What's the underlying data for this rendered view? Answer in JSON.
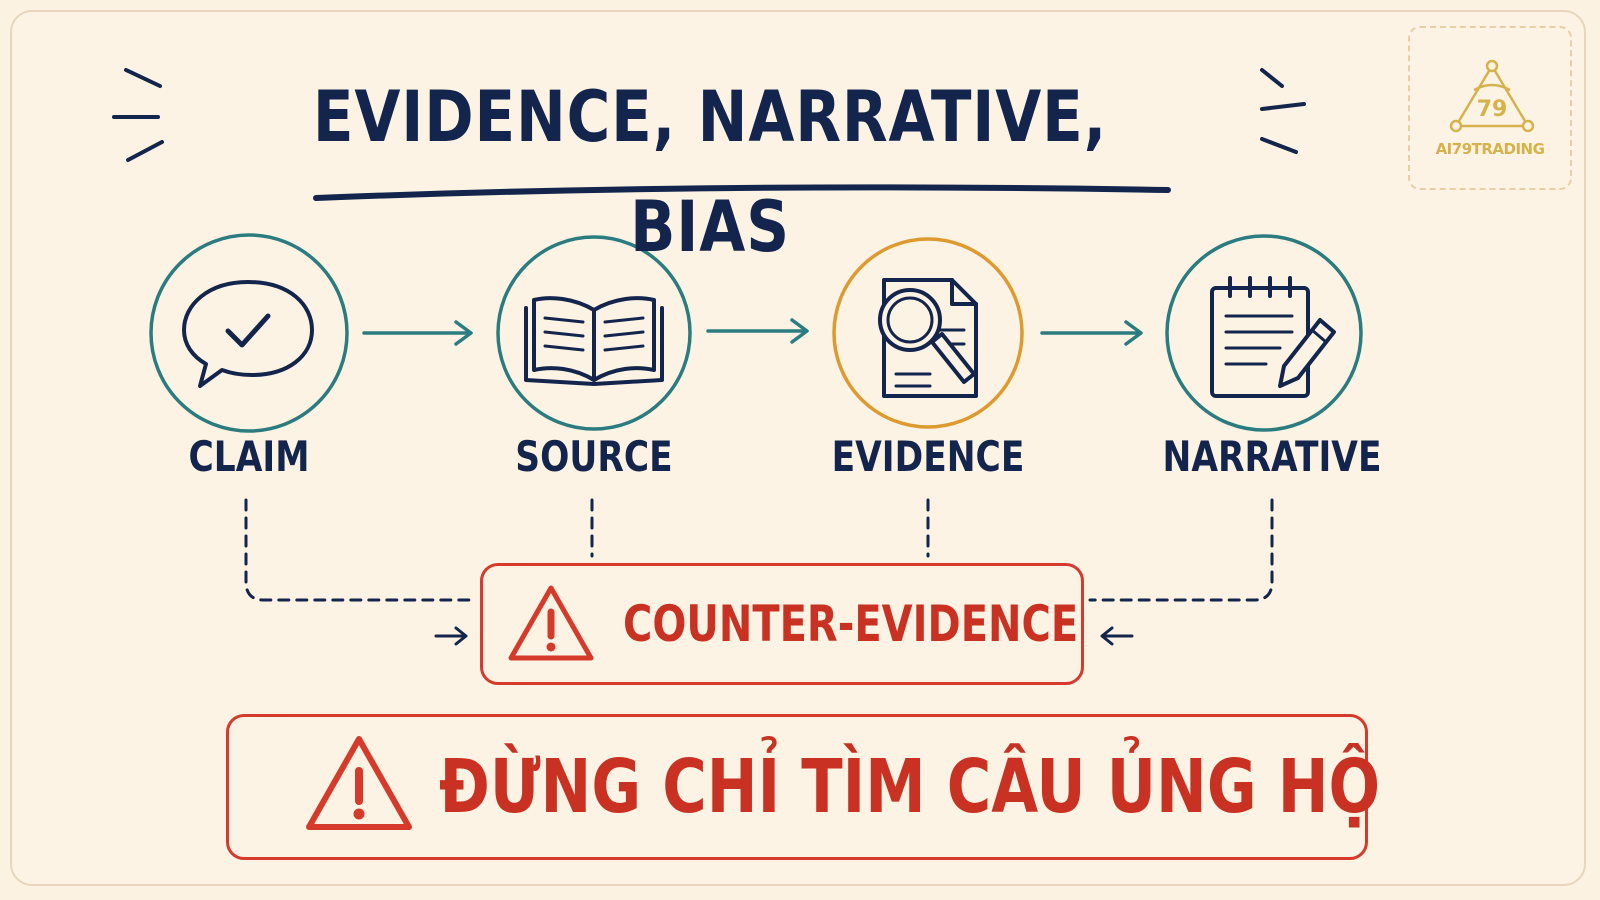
{
  "title": "EVIDENCE, NARRATIVE, BIAS",
  "logo": {
    "number": "79",
    "text": "AI79TRADING"
  },
  "nodes": [
    {
      "label": "CLAIM",
      "icon": "speech-bubble-check-icon",
      "color": "#2b7c80"
    },
    {
      "label": "SOURCE",
      "icon": "open-book-icon",
      "color": "#2b7c80"
    },
    {
      "label": "EVIDENCE",
      "icon": "magnifier-document-icon",
      "color": "#de9a2e"
    },
    {
      "label": "NARRATIVE",
      "icon": "notepad-pencil-icon",
      "color": "#2b7c80"
    }
  ],
  "counter": {
    "label": "COUNTER-EVIDENCE",
    "icon": "warning-triangle-icon"
  },
  "warning": {
    "label": "ĐỪNG CHỈ TÌM CÂU ỦNG HỘ",
    "icon": "warning-triangle-icon"
  },
  "colors": {
    "navy": "#14254d",
    "teal": "#2b7c80",
    "orange": "#de9a2e",
    "red": "#d53a2a",
    "background": "#fcf3e4",
    "gold": "#d5b24c"
  }
}
